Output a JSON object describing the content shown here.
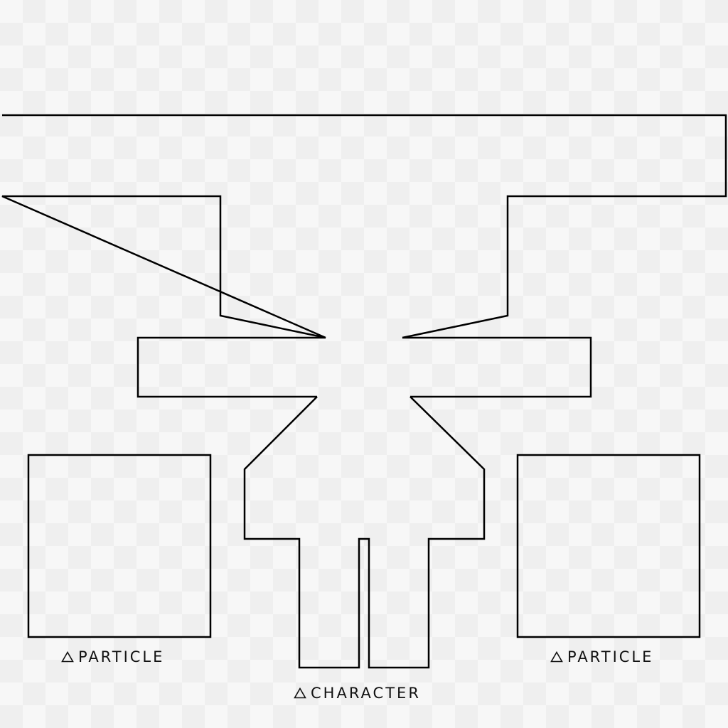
{
  "labels": {
    "particle_left": "PARTICLE",
    "character": "CHARACTER",
    "particle_right": "PARTICLE"
  },
  "icons": {
    "label_marker": "triangle-outline-icon"
  },
  "colors": {
    "outline": "#000000",
    "checker_light": "#f7f7f7",
    "checker_dark": "#efefef"
  }
}
